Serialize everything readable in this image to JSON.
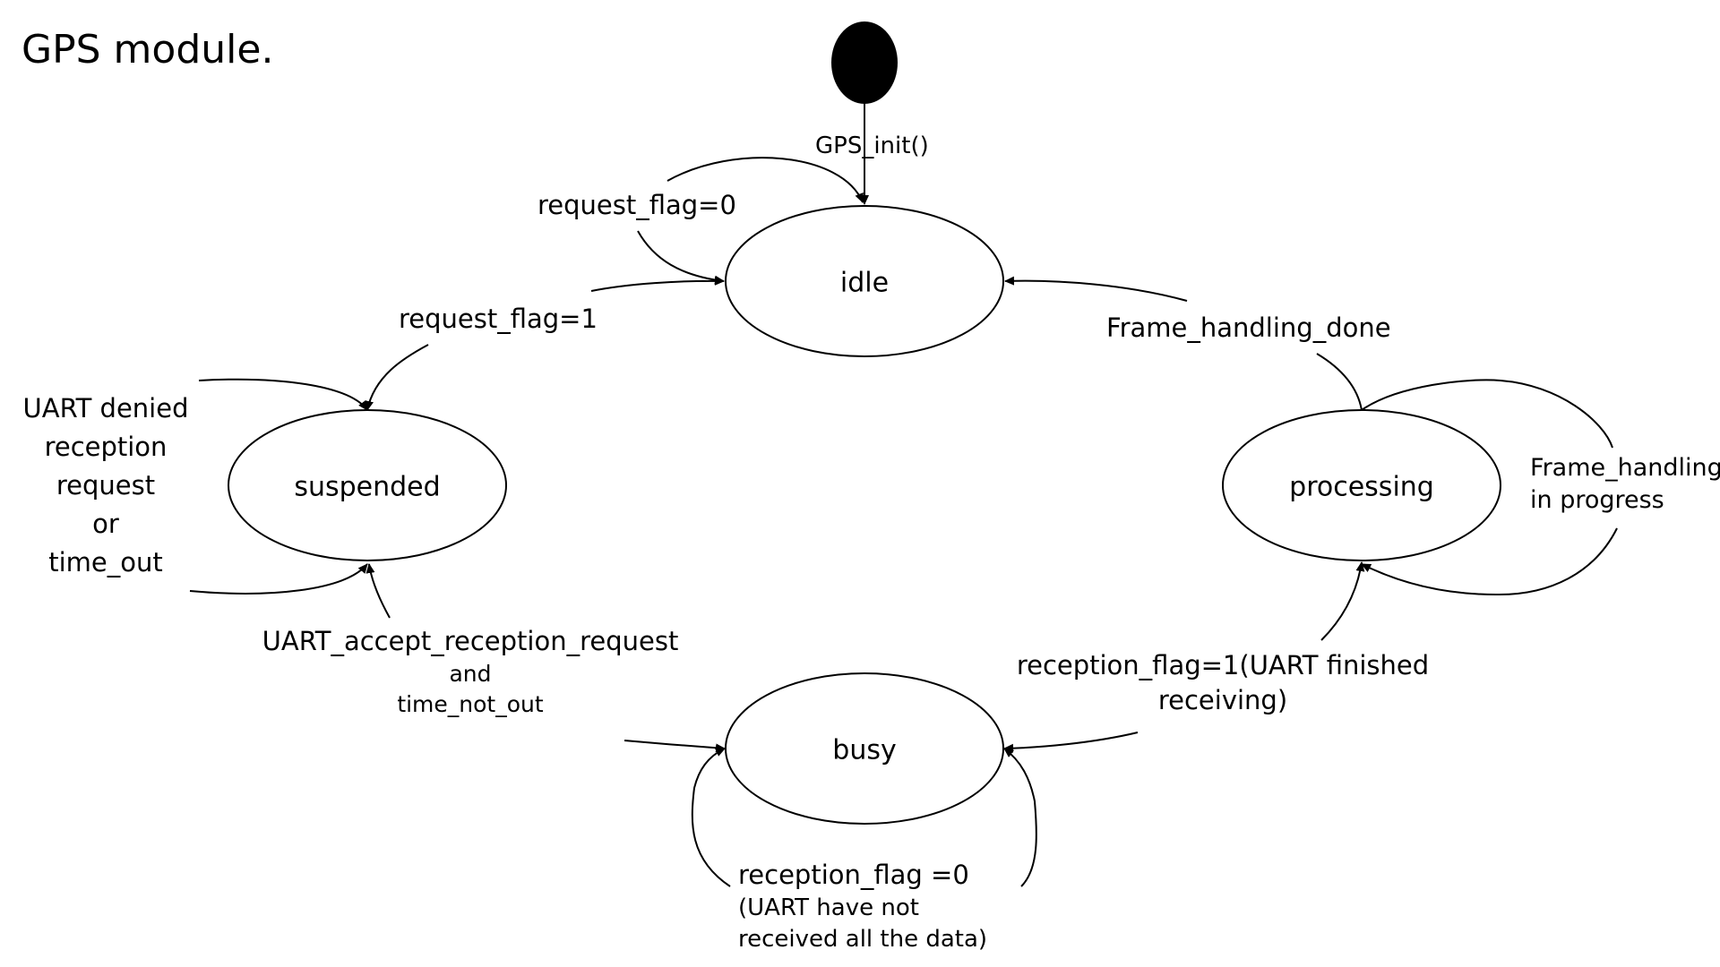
{
  "title": "GPS module.",
  "states": {
    "idle": "idle",
    "suspended": "suspended",
    "processing": "processing",
    "busy": "busy"
  },
  "transitions": {
    "init": "GPS_init()",
    "request_flag_0": "request_flag=0",
    "request_flag_1": "request_flag=1",
    "frame_handling_done": "Frame_handling_done",
    "frame_in_progress_line1": "Frame_handling",
    "frame_in_progress_line2": "in progress",
    "uart_denied_line1": "UART denied",
    "uart_denied_line2": "reception",
    "uart_denied_line3": "request",
    "uart_denied_line4": "or",
    "uart_denied_line5": "time_out",
    "uart_accept_line1": "UART_accept_reception_request",
    "uart_accept_line2": "and",
    "uart_accept_line3": "time_not_out",
    "reception_flag_1_line1": "reception_flag=1(UART finished",
    "reception_flag_1_line2": "receiving)",
    "reception_flag_0_line1": "reception_flag =0",
    "reception_flag_0_line2": "(UART have not",
    "reception_flag_0_line3": "received all the data)"
  }
}
